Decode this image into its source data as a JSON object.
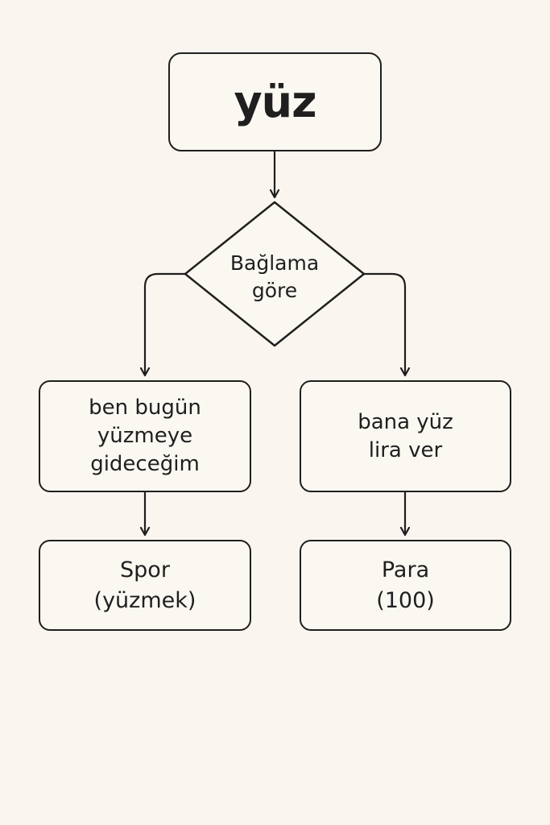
{
  "diagram": {
    "root": "yüz",
    "decision": "Bağlama\ngöre",
    "left": "ben bugün\nyüzmeye\ngideceğim",
    "right": "bana yüz\nlira ver",
    "left_result": "Spor\n(yüzmek)",
    "right_result": "Para\n(100)"
  }
}
